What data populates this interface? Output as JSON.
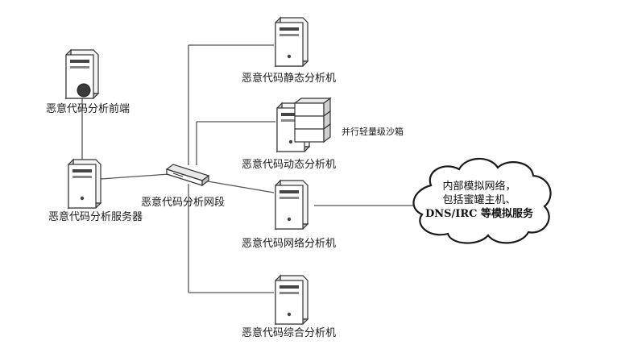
{
  "nodes": {
    "frontend": {
      "label": "恶意代码分析前端",
      "icon": "server-tower-with-dome-icon"
    },
    "server": {
      "label": "恶意代码分析服务器",
      "icon": "server-tower-icon"
    },
    "switch": {
      "label": "恶意代码分析网段",
      "icon": "network-switch-icon"
    },
    "static": {
      "label": "恶意代码静态分析机",
      "icon": "server-tower-icon"
    },
    "dynamic": {
      "label": "恶意代码动态分析机",
      "icon": "server-tower-icon",
      "sandbox_label": "并行轻量级沙箱"
    },
    "network": {
      "label": "恶意代码网络分析机",
      "icon": "server-tower-icon"
    },
    "combined": {
      "label": "恶意代码综合分析机",
      "icon": "server-tower-icon"
    }
  },
  "cloud": {
    "line1": "内部模拟网络，",
    "line2": "包括蜜罐主机、",
    "line3": "DNS/IRC 等模拟服务",
    "icon": "cloud-icon"
  },
  "colors": {
    "line": "#555555",
    "outline": "#333333",
    "fill": "#f2f2f2"
  }
}
